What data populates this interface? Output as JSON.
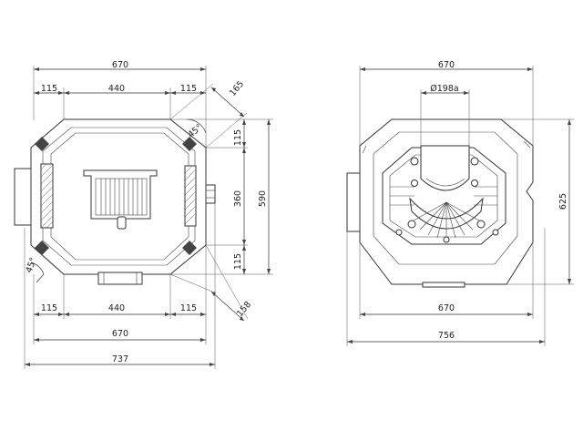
{
  "left_view": {
    "dims": {
      "top_total": "670",
      "top_left_segment": "115",
      "top_middle_segment": "440",
      "top_right_segment": "115",
      "corner_top": "165",
      "angle_top": "45°",
      "right_top": "115",
      "right_middle": "360",
      "right_overall": "590",
      "right_bottom": "115",
      "angle_bottom": "45°",
      "corner_bottom": "158",
      "bottom_left_segment": "115",
      "bottom_middle_segment": "440",
      "bottom_right_segment": "115",
      "bottom_total": "670",
      "bottom_overall": "737"
    }
  },
  "right_view": {
    "dims": {
      "top_total": "670",
      "flue_diameter": "Ø198a",
      "right_height": "625",
      "bottom_inner": "670",
      "bottom_overall": "756"
    }
  }
}
